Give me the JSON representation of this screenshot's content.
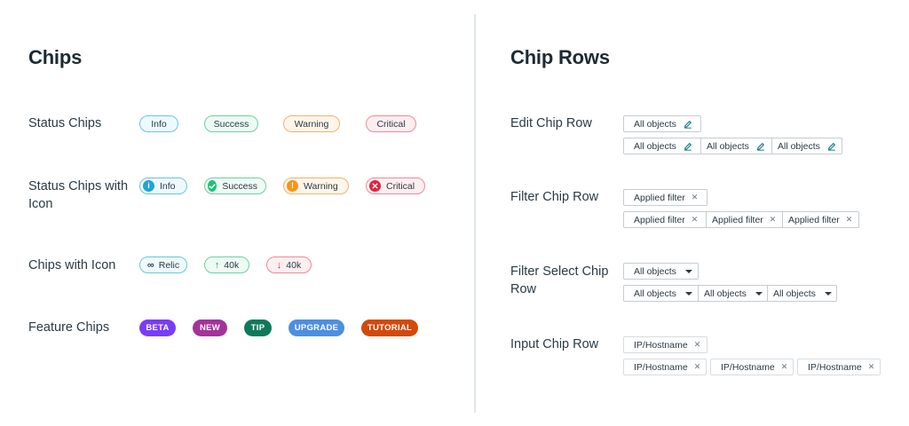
{
  "left": {
    "title": "Chips",
    "rows": {
      "status": {
        "label": "Status Chips",
        "chips": [
          "Info",
          "Success",
          "Warning",
          "Critical"
        ]
      },
      "status_icon": {
        "label": "Status Chips with Icon",
        "chips": [
          "Info",
          "Success",
          "Warning",
          "Critical"
        ],
        "icons": [
          "i",
          "check",
          "!",
          "x"
        ]
      },
      "with_icon": {
        "label": "Chips with Icon",
        "chips": [
          {
            "icon": "infinity-icon",
            "text": "Relic"
          },
          {
            "icon": "arrow-up-icon",
            "text": "40k"
          },
          {
            "icon": "arrow-down-icon",
            "text": "40k"
          }
        ]
      },
      "feature": {
        "label": "Feature Chips",
        "chips": [
          "BETA",
          "NEW",
          "TIP",
          "UPGRADE",
          "TUTORIAL"
        ]
      }
    }
  },
  "right": {
    "title": "Chip Rows",
    "rows": {
      "edit": {
        "label": "Edit Chip Row",
        "single": "All objects",
        "group": [
          "All  objects",
          "All objects",
          "All objects"
        ]
      },
      "filter": {
        "label": "Filter Chip Row",
        "single": "Applied filter",
        "group": [
          "Applied filter",
          "Applied filter",
          "Applied filter"
        ]
      },
      "filter_select": {
        "label": "Filter Select Chip Row",
        "single": "All objects",
        "group": [
          "All objects",
          "All objects",
          "All objects"
        ]
      },
      "input": {
        "label": "Input Chip Row",
        "single": "IP/Hostname",
        "group": [
          "IP/Hostname",
          "IP/Hostname",
          "IP/Hostname"
        ]
      }
    }
  },
  "colors": {
    "beta": "#7a3cf5",
    "new": "#a3339a",
    "tip": "#0e7a5b",
    "upgrade": "#4d8fe0",
    "tutorial": "#d24a0a",
    "divider": "#e3e6e8"
  }
}
